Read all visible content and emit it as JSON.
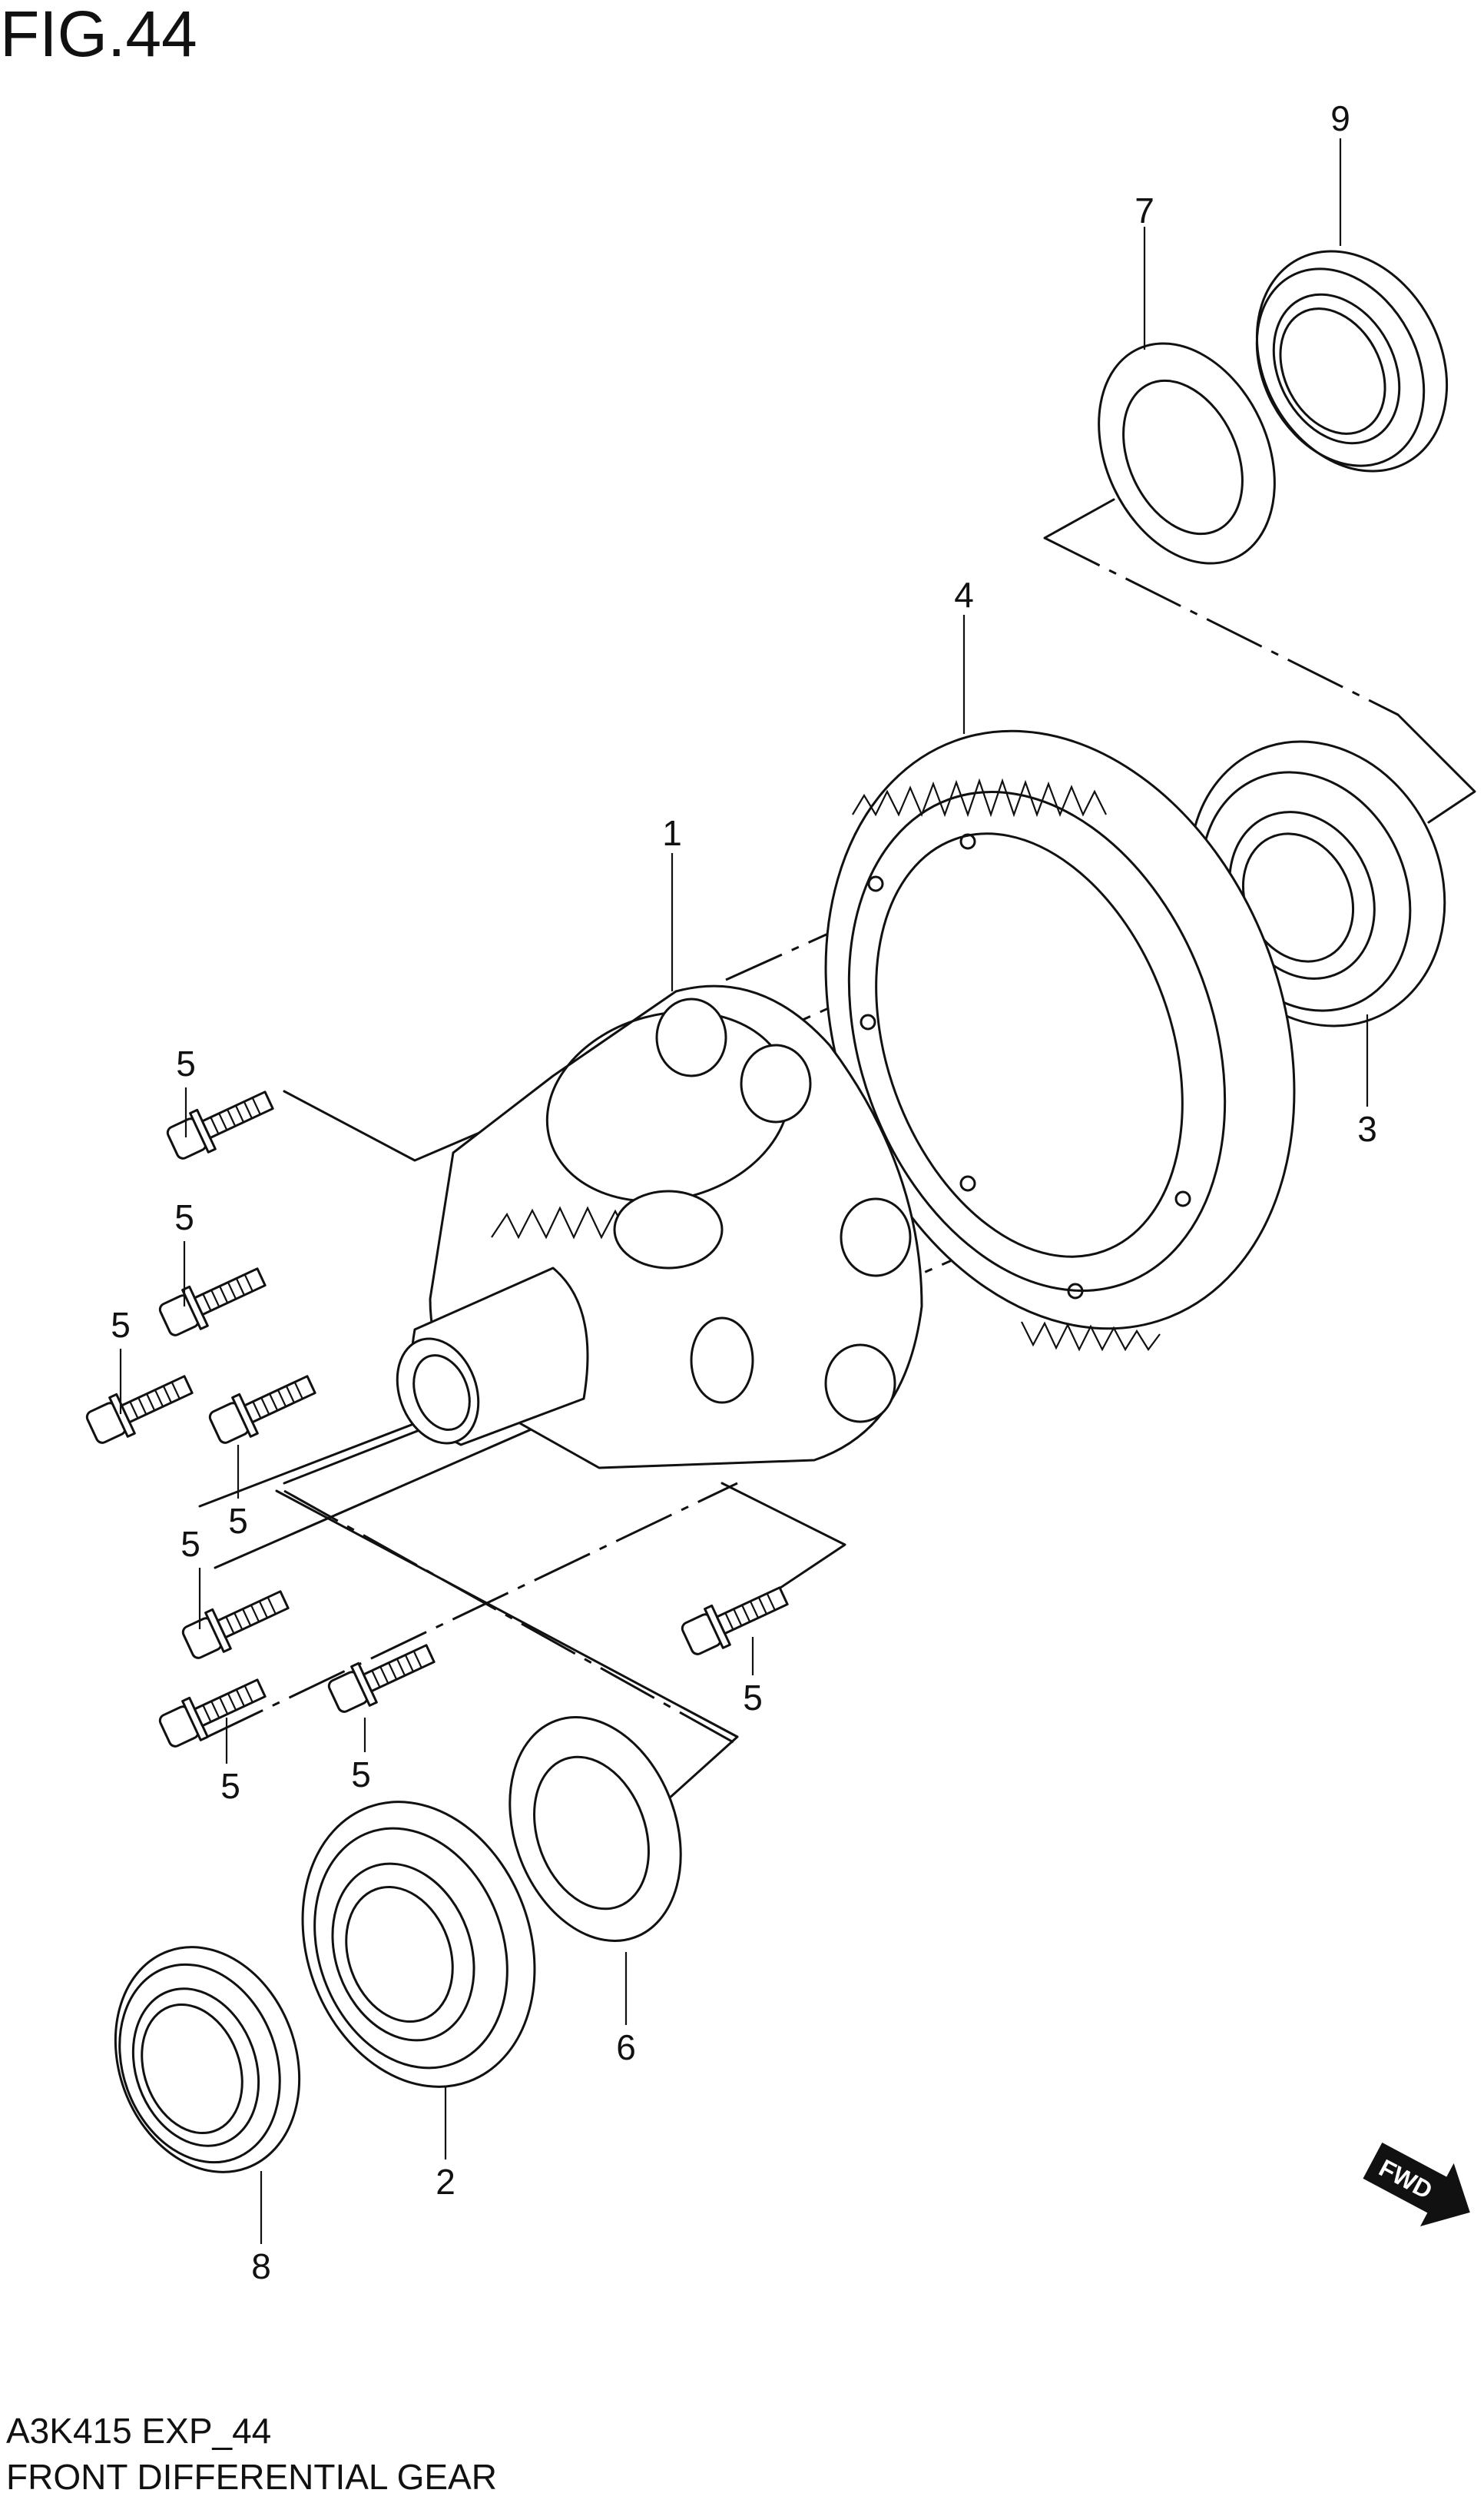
{
  "figure": {
    "title": "FIG.44"
  },
  "footer": {
    "code": "A3K415 EXP_44",
    "title": "FRONT DIFFERENTIAL GEAR"
  },
  "fwd_badge": {
    "label": "FWD"
  },
  "callouts": [
    {
      "id": "c9",
      "label": "9"
    },
    {
      "id": "c7",
      "label": "7"
    },
    {
      "id": "c4",
      "label": "4"
    },
    {
      "id": "c1",
      "label": "1"
    },
    {
      "id": "c3",
      "label": "3"
    },
    {
      "id": "c5a",
      "label": "5"
    },
    {
      "id": "c5b",
      "label": "5"
    },
    {
      "id": "c5c",
      "label": "5"
    },
    {
      "id": "c5d",
      "label": "5"
    },
    {
      "id": "c5e",
      "label": "5"
    },
    {
      "id": "c5f",
      "label": "5"
    },
    {
      "id": "c5g",
      "label": "5"
    },
    {
      "id": "c5h",
      "label": "5"
    },
    {
      "id": "c6",
      "label": "6"
    },
    {
      "id": "c2",
      "label": "2"
    },
    {
      "id": "c8",
      "label": "8"
    }
  ]
}
